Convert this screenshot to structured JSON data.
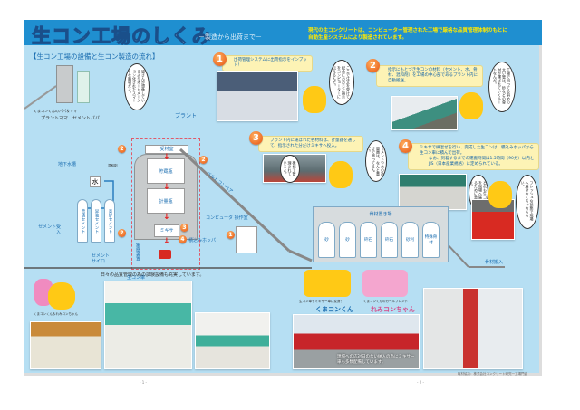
{
  "header": {
    "title": "生コン工場のしくみ",
    "subtitle": "－製造から出荷まで－",
    "intro_line1": "現代の生コンクリートは、コンピューター管理された工場で厳格な品質管理体制のもとに",
    "intro_line2": "自動生産システムにより製造されています。"
  },
  "section_title": "【生コン工場の設備と生コン製造の流れ】",
  "steps": [
    {
      "num": "1",
      "caption": "出荷管理システムに出荷指示をインプット！",
      "bubble": "ここで注文を受けて配合におおじた指示をコンピューターに伝えるんだ。"
    },
    {
      "num": "2",
      "caption": "指示にもとづき生コンの材料（セメント、水、骨材、混和剤）を工場の中心部であるプラント内に自動搬送。",
      "bubble": "工場で回ってる斜めの太い管は、砂などの骨材が運ばれていくルートなんだ。"
    },
    {
      "num": "3",
      "caption": "プラント内に運ばれた各材料は、計量器を通して、指示された分だけミキサへ投入。",
      "bubble": "セメントや水の計量器は、なんと重さで量ってるんだ。",
      "bubble2": "機械で管理されているよ。"
    },
    {
      "num": "4",
      "caption": "ミキサで練混ぜを行い、完成した生コンは、積込みホッパから生コン車に積んで出荷。",
      "caption2": "なお、到着するまでの運搬時間は1.5時間（90分）以内とJIS（日本産業規格）に定められている。",
      "bubble": "どれも生コンを現場へ届けるために急ぐよ。",
      "bubble2": "フレッシュな状態で現場へ届けなくちゃならない。"
    }
  ],
  "diagram": {
    "bubble_parents": "皆さんが想像しているよりオートメーション化されたスマートな職場だよ。",
    "parents_caption": "くまコンくんのパパ＆ママ",
    "plant_mama": "プラントママ",
    "cement_papa": "セメントパパ",
    "plant": "プラント",
    "receiving": "受材室",
    "storage": "貯蔵瓶",
    "weighing": "計量瓶",
    "mixer": "ミキサ",
    "hopper": "積込みホッパ",
    "belt_conveyor": "ベルトコンベア",
    "control_room": "コンピュータ 操作室",
    "groundwater": "地下水槽",
    "water": "水",
    "admixture": "混和剤",
    "silos": [
      "普通セメント",
      "早強セメント",
      "高炉セメント"
    ],
    "cement_in": "セメント受入",
    "cement_silo": "セメントサイロ",
    "dust": "集塵装置",
    "truck": "生コン車",
    "aggregate_yard": "骨材置き場",
    "aggregate_bins": [
      "砂",
      "砂",
      "砕石",
      "砕石",
      "砂利",
      "特殊骨材"
    ],
    "aggregate_in": "骨材搬入"
  },
  "bottom": {
    "mascots_caption": "くまコンくん＆れみコンちゃん",
    "test_caption": "日々の品質管理の為の試験設備も充実しています。",
    "kumacon_caption": "生コン車もミキサー車に変身！",
    "kumacon_name": "くまコンくん",
    "remicon_caption": "くまコンくんのガールフレンド",
    "remicon_name": "れみコンちゃん",
    "trucks_caption": "現場への応対日のない納入の為にミキサー車も多数配備しています。",
    "credit": "取材協力：株式会社コンクリート研究一工場門倉"
  },
  "page_numbers": [
    "- 1 -",
    "- 2 -"
  ],
  "colors": {
    "header": "#1f8fd0",
    "body": "#b6dff3",
    "accent": "#e5500f",
    "text_blue": "#1a6db0"
  }
}
